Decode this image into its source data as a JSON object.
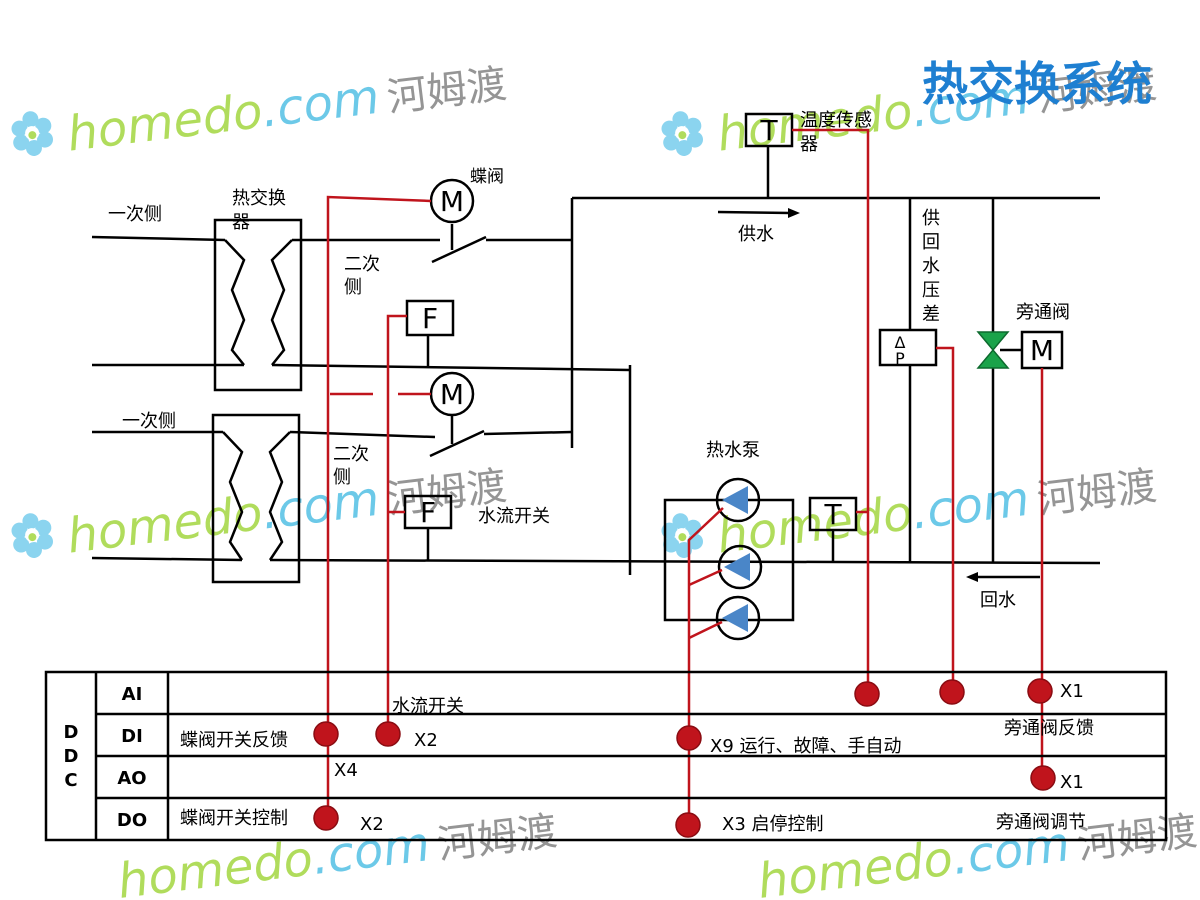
{
  "title": "热交换系统",
  "watermark": {
    "brand": "homedo",
    "domain": ".com",
    "cn": "河姆渡",
    "colors": {
      "brand": "#a8d94a",
      "domain": "#5cc3e6",
      "cn": "#8a8a8a"
    }
  },
  "labels": {
    "primary_side_1": "一次侧",
    "primary_side_2": "一次侧",
    "heat_exchanger_line1": "热交换",
    "heat_exchanger_line2": "器",
    "butterfly_valve": "蝶阀",
    "secondary_side_1_line1": "二次",
    "secondary_side_1_line2": "侧",
    "secondary_side_2_line1": "二次",
    "secondary_side_2_line2": "侧",
    "temp_sensor_line1": "温度传感",
    "temp_sensor_line2": "器",
    "supply_water": "供水",
    "return_water": "回水",
    "pressure_diff_chars": [
      "供",
      "回",
      "水",
      "压",
      "差"
    ],
    "bypass_valve": "旁通阀",
    "hot_water_pump": "热水泵",
    "water_flow_switch": "水流开关"
  },
  "symbols": {
    "motor": "M",
    "flow": "F",
    "temperature": "T",
    "dp_top": "Δ",
    "dp_bottom": "P"
  },
  "ddc": {
    "label_chars": [
      "D",
      "D",
      "C"
    ],
    "rows": [
      "AI",
      "DI",
      "AO",
      "DO"
    ],
    "annotations": {
      "flow_switch_top": "水流开关",
      "valve_feedback": "蝶阀开关反馈",
      "x2_di": "X2",
      "x4": "X4",
      "x9": "X9 运行、故障、手自动",
      "x1_ai": "X1",
      "bypass_feedback": "旁通阀反馈",
      "x1_ao": "X1",
      "valve_control": "蝶阀开关控制",
      "x2_do": "X2",
      "x3": "X3 启停控制",
      "bypass_adjust": "旁通阀调节"
    }
  },
  "colors": {
    "signal_line": "#c0141c",
    "pipe_line": "#000000",
    "title": "#1e7fd1",
    "bypass_valve_fill": "#1aa34a",
    "pump_fill": "#4a86c8"
  }
}
